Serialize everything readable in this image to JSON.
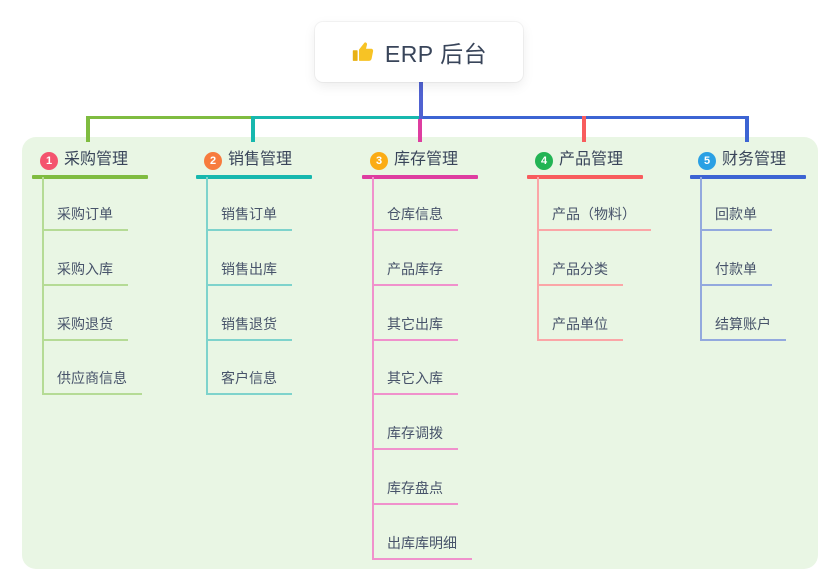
{
  "root": {
    "title": "ERP 后台",
    "icon": "thumbs-up",
    "icon_color": "#f7c325",
    "text_color": "#39455a"
  },
  "colors": {
    "canvas_bg": "#ffffff",
    "panel_bg": "#e9f6e4",
    "root_line": "#5062d1",
    "heading_text": "#39455a",
    "item_text": "#47536a",
    "badge_number_text": "#ffffff"
  },
  "branches": [
    {
      "index": "1",
      "label": "采购管理",
      "badge_color": "#f4546e",
      "line_color": "#7fbc40",
      "light_color": "#b5db95",
      "items": [
        "采购订单",
        "采购入库",
        "采购退货",
        "供应商信息"
      ]
    },
    {
      "index": "2",
      "label": "销售管理",
      "badge_color": "#f77b3d",
      "line_color": "#17b8ae",
      "light_color": "#7ed3cc",
      "items": [
        "销售订单",
        "销售出库",
        "销售退货",
        "客户信息"
      ]
    },
    {
      "index": "3",
      "label": "库存管理",
      "badge_color": "#fbac14",
      "line_color": "#de3da0",
      "light_color": "#f091cc",
      "items": [
        "仓库信息",
        "产品库存",
        "其它出库",
        "其它入库",
        "库存调拨",
        "库存盘点",
        "出库库明细"
      ]
    },
    {
      "index": "4",
      "label": "产品管理",
      "badge_color": "#23b454",
      "line_color": "#f85c5d",
      "light_color": "#fba6a7",
      "items": [
        "产品（物料）",
        "产品分类",
        "产品单位"
      ]
    },
    {
      "index": "5",
      "label": "财务管理",
      "badge_color": "#2aa0e4",
      "line_color": "#3c64d3",
      "light_color": "#93a9de",
      "items": [
        "回款单",
        "付款单",
        "结算账户"
      ]
    }
  ]
}
